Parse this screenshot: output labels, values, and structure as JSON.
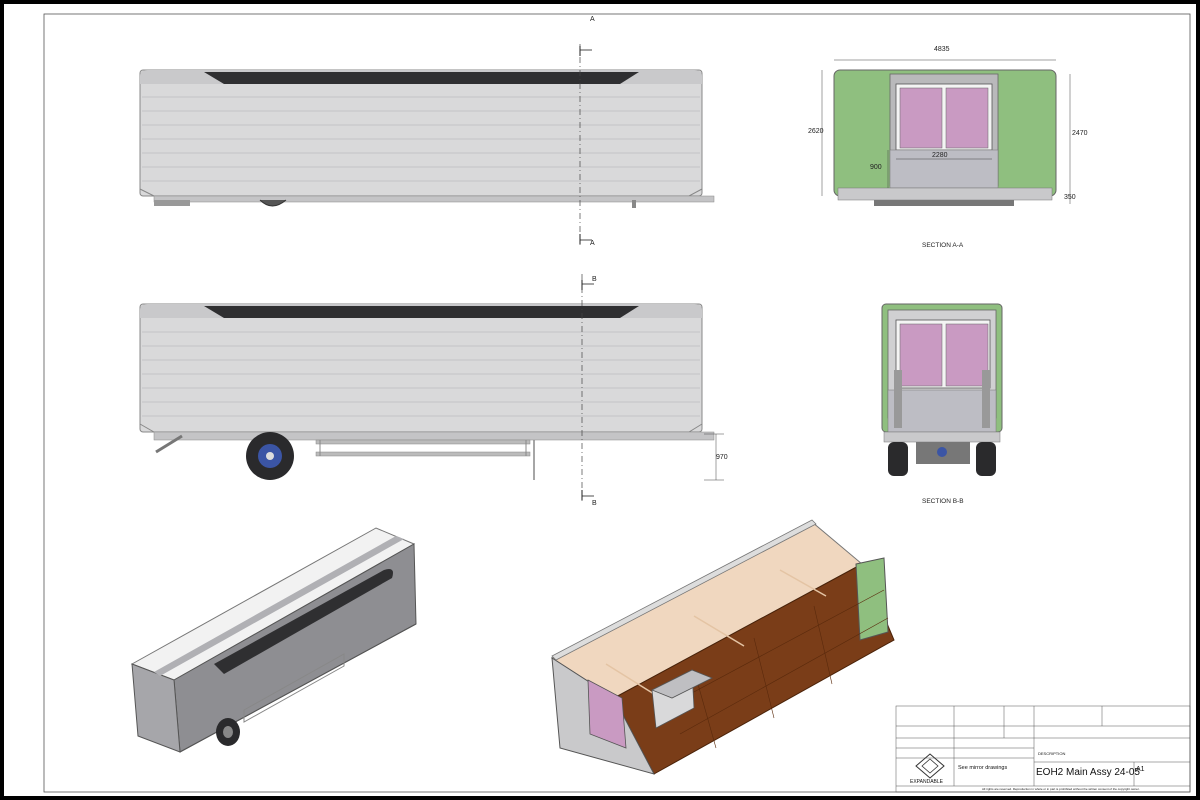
{
  "views": {
    "section_a_label": "SECTION A-A",
    "section_b_label": "SECTION B-B",
    "cut_a": "A",
    "cut_b": "B"
  },
  "dimensions": {
    "overall_width": "4835",
    "height_left": "2620",
    "height_right": "2470",
    "inner_width": "2280",
    "sill_height": "900",
    "bottom_offset": "350",
    "chassis_height": "970"
  },
  "title_block": {
    "description_label": "DESCRIPTION",
    "see_note": "See mirror drawings",
    "drawing_title": "EOH2 Main Assy 24-05",
    "sheet_size": "A1",
    "logo_text": "EXPANDABLE",
    "copyright": "All rights are reserved. Reproduction in whole or in part is prohibited without the written consent of the copyright owner."
  },
  "colors": {
    "side_panel_green": "#8fbf7f",
    "door_pink": "#c99ac2",
    "body_grey": "#d9d9da",
    "floor_brown": "#7a3d18",
    "ceiling_peach": "#f0d7bf",
    "roof_black": "#2f2f31"
  }
}
